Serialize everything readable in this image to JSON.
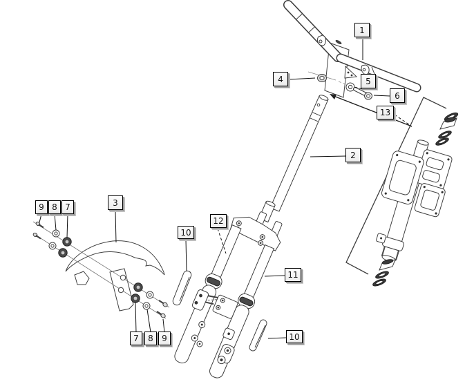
{
  "figure": {
    "type": "exploded-parts-diagram",
    "background": "#ffffff",
    "line_color": "#3f3f3f",
    "leader_color": "#111111",
    "callout_bg": "#f3f3f3",
    "callout_border": "#000000",
    "callout_shadow": "#9b9b9b"
  },
  "callouts": [
    {
      "id": "c1",
      "label": "1"
    },
    {
      "id": "c4",
      "label": "4"
    },
    {
      "id": "c5",
      "label": "5"
    },
    {
      "id": "c6",
      "label": "6"
    },
    {
      "id": "c13",
      "label": "13"
    },
    {
      "id": "c2",
      "label": "2"
    },
    {
      "id": "c3",
      "label": "3"
    },
    {
      "id": "c9t",
      "label": "9"
    },
    {
      "id": "c8t",
      "label": "8"
    },
    {
      "id": "c7t",
      "label": "7"
    },
    {
      "id": "c10l",
      "label": "10"
    },
    {
      "id": "c12",
      "label": "12"
    },
    {
      "id": "c11",
      "label": "11"
    },
    {
      "id": "c10r",
      "label": "10"
    },
    {
      "id": "c7b",
      "label": "7"
    },
    {
      "id": "c8b",
      "label": "8"
    },
    {
      "id": "c9b",
      "label": "9"
    }
  ]
}
